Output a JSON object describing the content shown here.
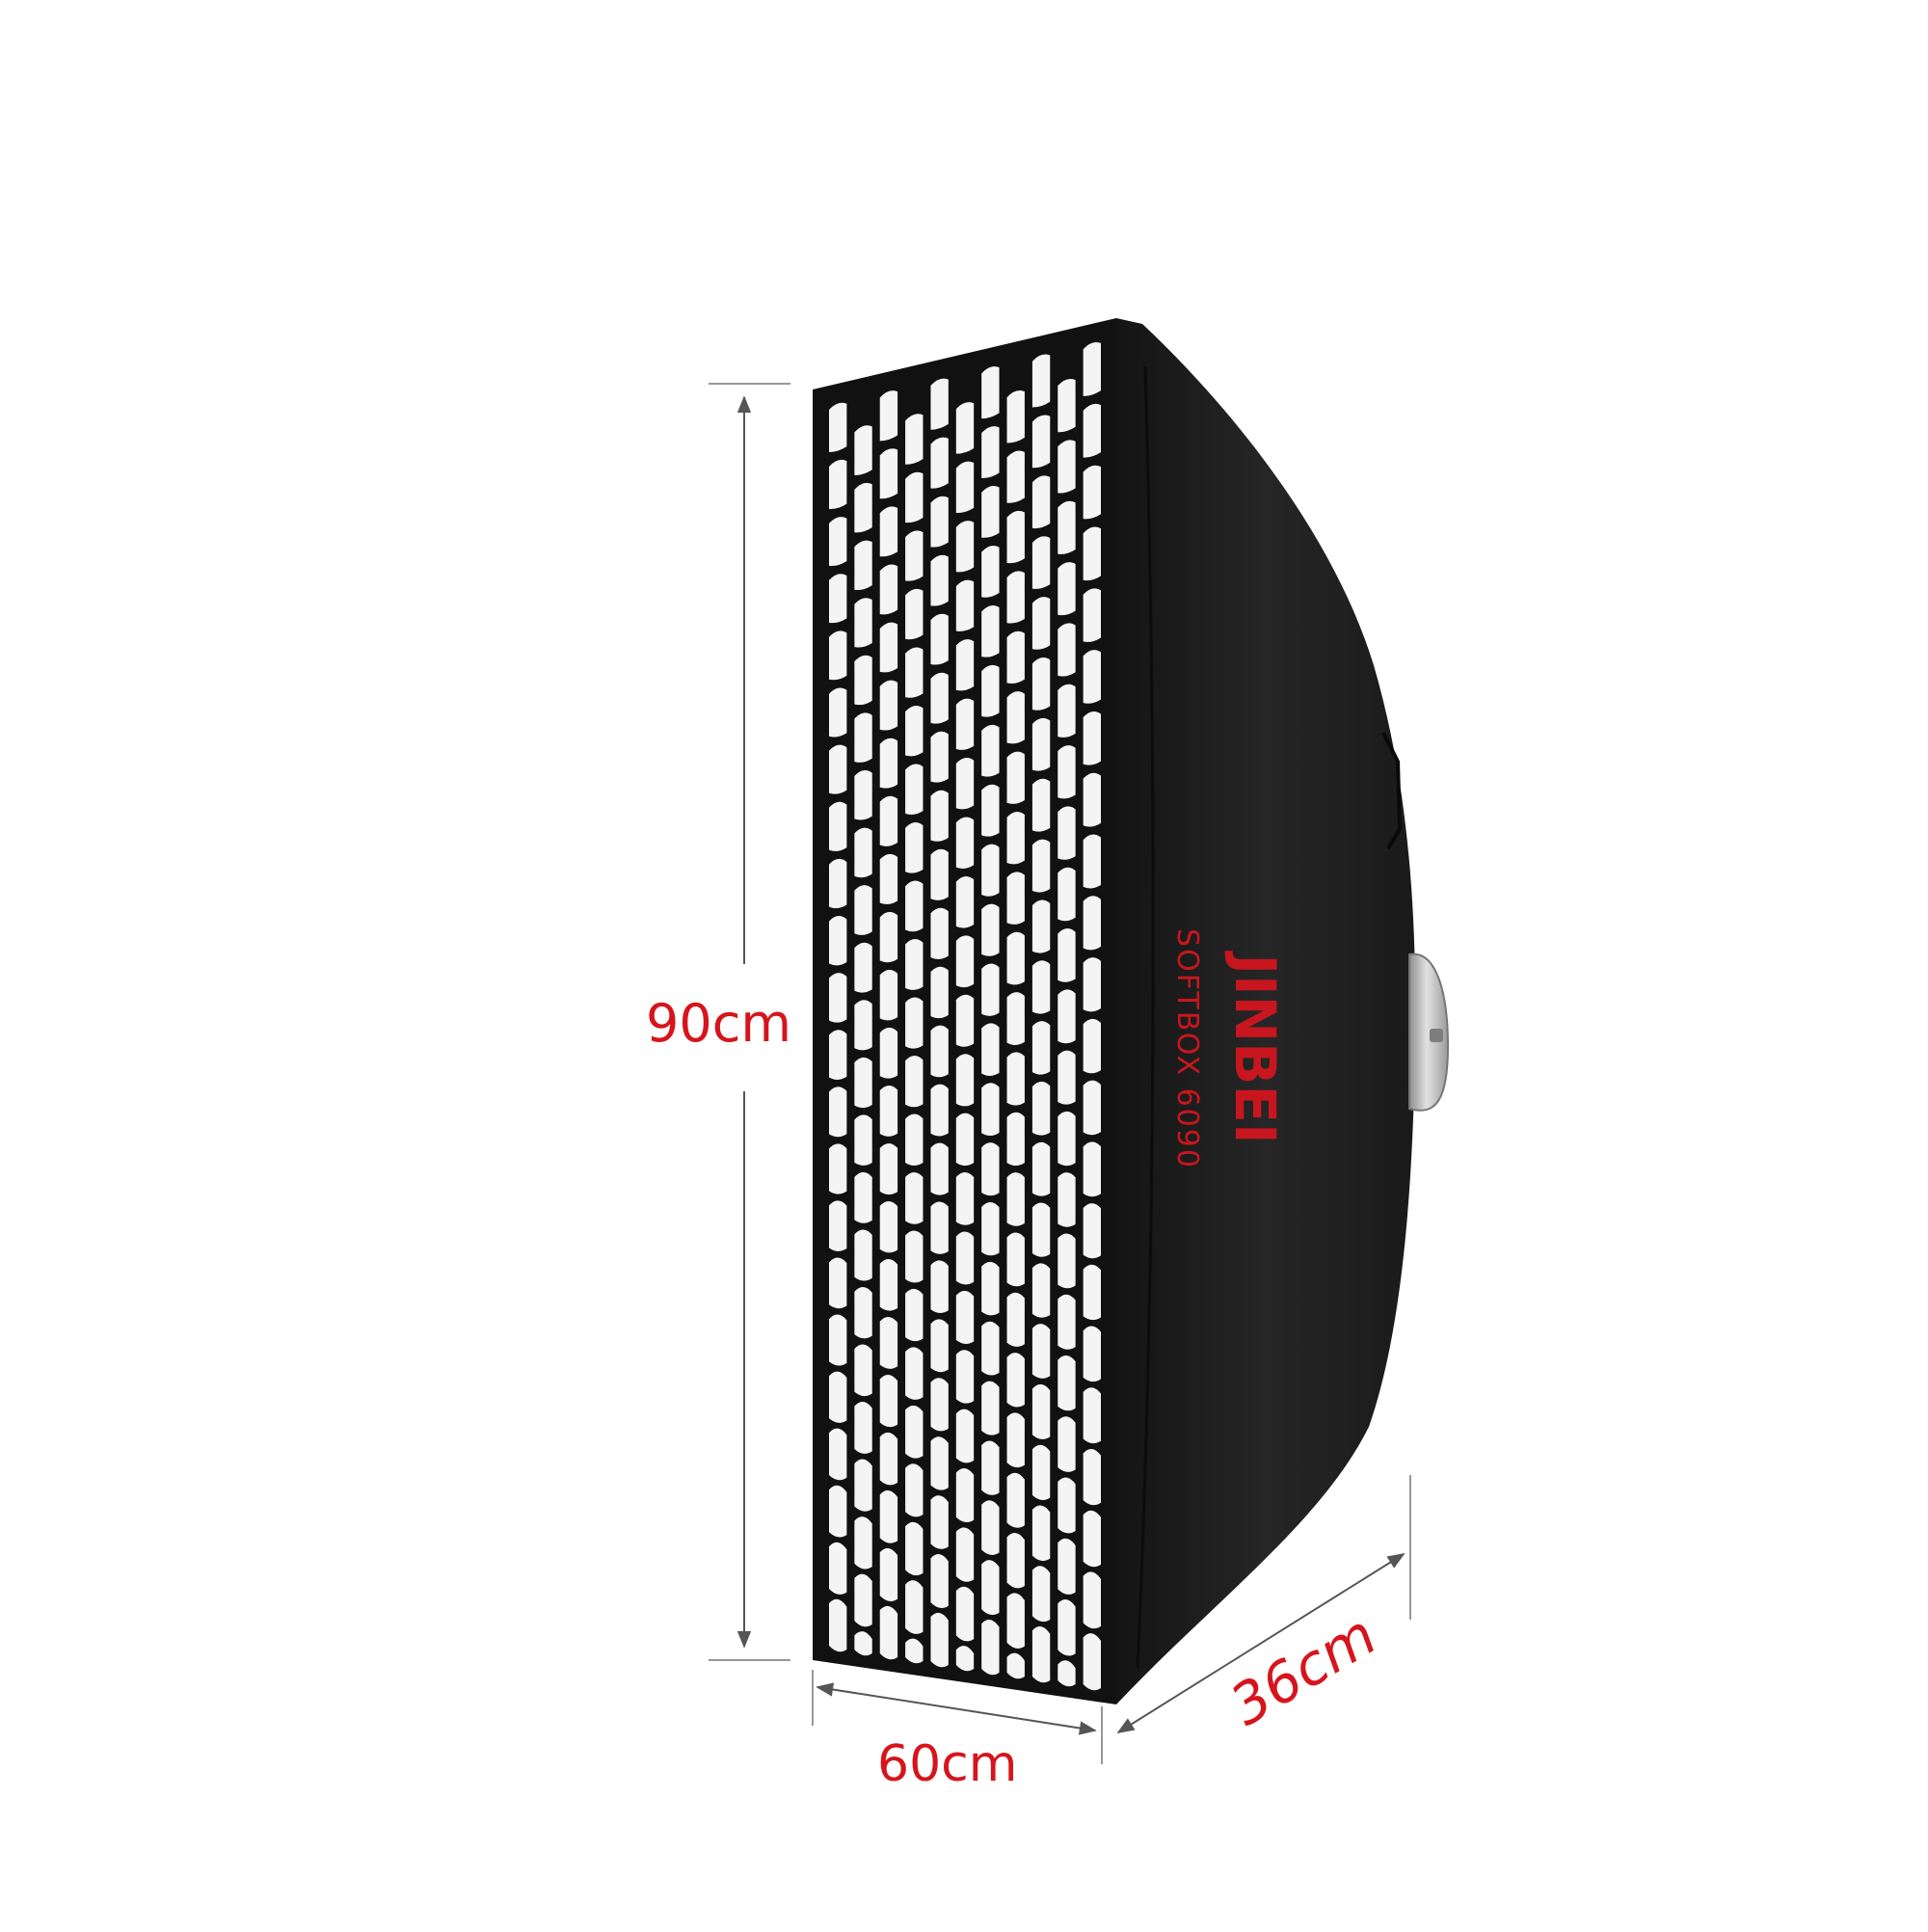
{
  "dimensions": {
    "height": "90cm",
    "width": "60cm",
    "depth": "36cm"
  },
  "product": {
    "brand": "JINBEI",
    "model_line": "SOFTBOX 6090"
  },
  "colors": {
    "label_red": "#d6141c",
    "brand_red": "#c8161e",
    "arrow_gray": "#555555",
    "fabric_black": "#1c1c1c",
    "grid_black": "#141414",
    "diffuser_white": "#f4f4f4",
    "mount_silver": "#c9c9c9"
  }
}
